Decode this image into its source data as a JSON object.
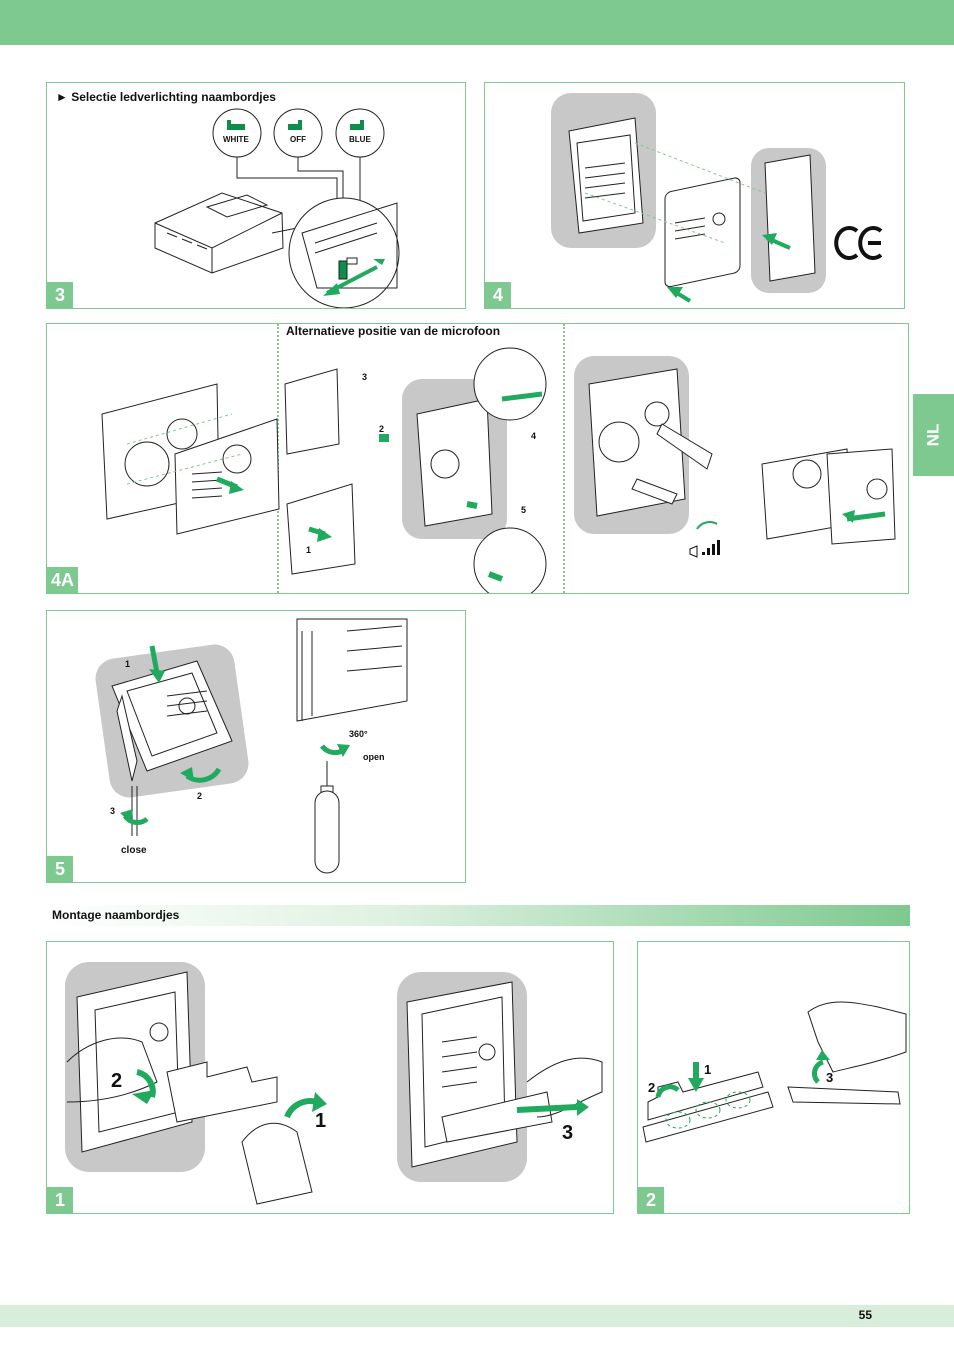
{
  "header": {},
  "nl_tab": "NL",
  "panels": {
    "p3": {
      "badge": "3",
      "caption": "► Selectie ledverlichting naambordjes",
      "options": [
        "WHITE",
        "OFF",
        "BLUE"
      ]
    },
    "p4": {
      "badge": "4"
    },
    "p4a": {
      "badge": "4A",
      "caption": "Alternatieve positie van de microfoon",
      "steps": [
        "3",
        "2",
        "4",
        "5",
        "1"
      ]
    },
    "p5": {
      "badge": "5",
      "labels": [
        "1",
        "2",
        "3",
        "close",
        "360°",
        "open"
      ]
    }
  },
  "section": {
    "title": "Montage naambordjes"
  },
  "montage": {
    "p1": {
      "badge": "1",
      "steps": [
        "2",
        "1",
        "3"
      ]
    },
    "p2": {
      "badge": "2",
      "steps": [
        "2",
        "1",
        "3"
      ]
    }
  },
  "footer": {
    "page_number": "55"
  },
  "colors": {
    "accent": "#7ec98f",
    "arrow": "#1faa5e",
    "shadow": "#c8c8c8",
    "light": "#d8eedb"
  }
}
